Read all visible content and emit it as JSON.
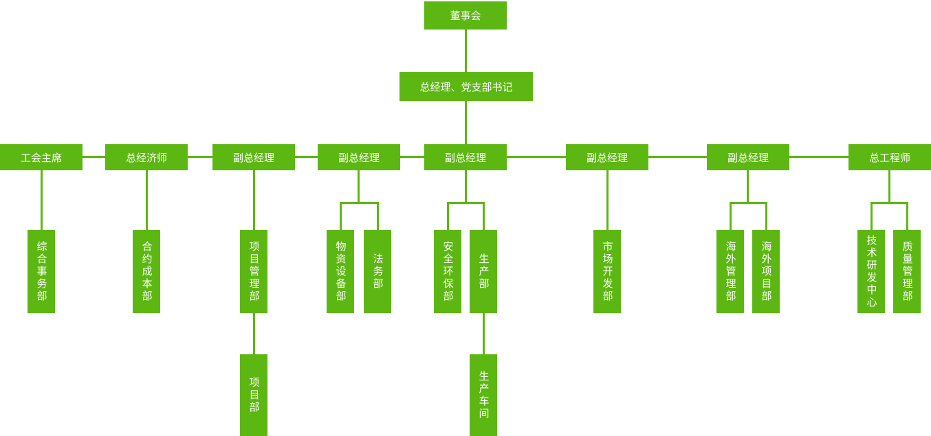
{
  "diagram": {
    "type": "org-chart",
    "colors": {
      "node_fill": "#5DB712",
      "node_text": "#FFFFFF",
      "connector": "#5DB712",
      "background": "#FFFFFF"
    },
    "nodes": {
      "board": "董事会",
      "gm_party_secretary": "总经理、党支部书记",
      "union_chairman": "工会主席",
      "chief_economist": "总经济师",
      "deputy_gm_1": "副总经理",
      "deputy_gm_2": "副总经理",
      "deputy_gm_3": "副总经理",
      "deputy_gm_4": "副总经理",
      "deputy_gm_5": "副总经理",
      "chief_engineer": "总工程师",
      "general_affairs": "综合事务部",
      "contract_cost": "合约成本部",
      "project_management": "项目管理部",
      "materials_equipment": "物资设备部",
      "legal": "法务部",
      "safety_environment": "安全环保部",
      "production": "生产部",
      "market_development": "市场开发部",
      "overseas_management": "海外管理部",
      "overseas_project": "海外项目部",
      "tech_rd_center": "技术研发中心",
      "quality_management": "质量管理部",
      "project_dept": "项目部",
      "production_workshop": "生产车间"
    },
    "hierarchy": {
      "board": [
        "gm_party_secretary"
      ],
      "gm_party_secretary": [
        "union_chairman",
        "chief_economist",
        "deputy_gm_1",
        "deputy_gm_2",
        "deputy_gm_3",
        "deputy_gm_4",
        "deputy_gm_5",
        "chief_engineer"
      ],
      "union_chairman": [
        "general_affairs"
      ],
      "chief_economist": [
        "contract_cost"
      ],
      "deputy_gm_1": [
        "project_management"
      ],
      "deputy_gm_2": [
        "materials_equipment",
        "legal"
      ],
      "deputy_gm_3": [
        "safety_environment",
        "production"
      ],
      "deputy_gm_4": [
        "market_development"
      ],
      "deputy_gm_5": [
        "overseas_management",
        "overseas_project"
      ],
      "chief_engineer": [
        "tech_rd_center",
        "quality_management"
      ],
      "project_management": [
        "project_dept"
      ],
      "production": [
        "production_workshop"
      ]
    }
  }
}
